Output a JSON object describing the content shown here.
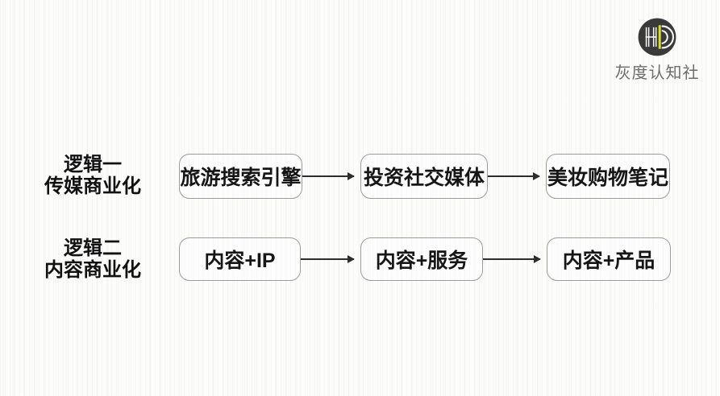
{
  "logo": {
    "monogram": "HD",
    "brand": "灰度认知社",
    "circle_color": "#3a3a3a",
    "accent_color": "#d9df2b",
    "brand_text_color": "#6d6d6d"
  },
  "diagram": {
    "arrow_color": "#2d2d2d",
    "node_border_color": "#9c9c9c",
    "text_color": "#161616",
    "rows": [
      {
        "label_line1": "逻辑一",
        "label_line2": "传媒商业化",
        "nodes": [
          {
            "label": "旅游搜索引擎"
          },
          {
            "label": "投资社交媒体"
          },
          {
            "label": "美妆购物笔记"
          }
        ]
      },
      {
        "label_line1": "逻辑二",
        "label_line2": "内容商业化",
        "nodes": [
          {
            "label": "内容+IP"
          },
          {
            "label": "内容+服务"
          },
          {
            "label": "内容+产品"
          }
        ]
      }
    ]
  }
}
